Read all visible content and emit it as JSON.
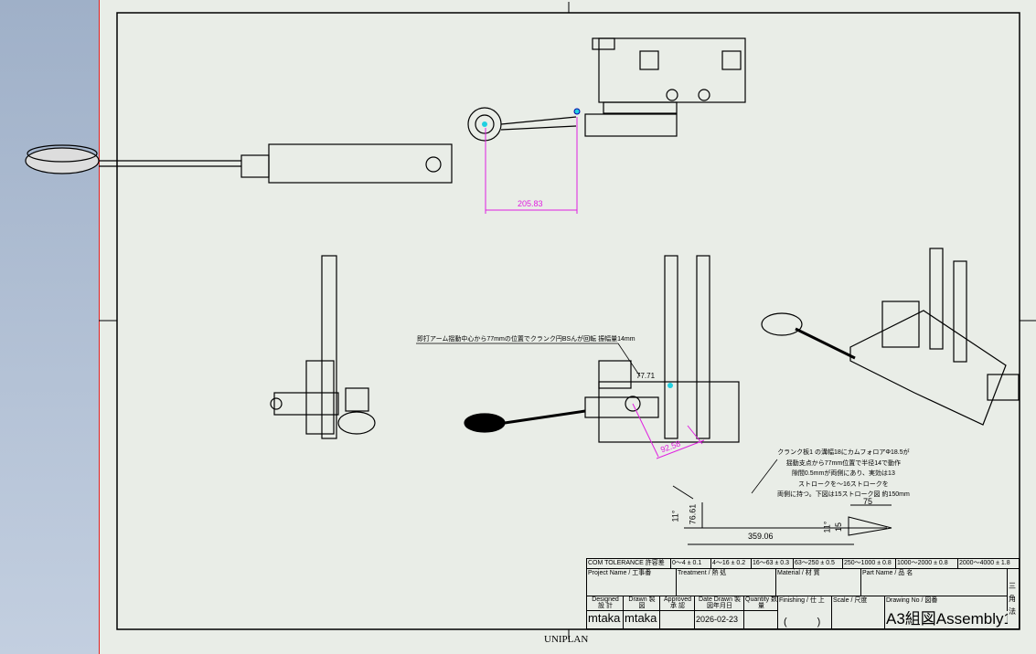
{
  "title_block": {
    "tolerance_header": "COM TOLERANCE 許容差",
    "tolerances": [
      "0～4 ± 0.1",
      "4～16 ± 0.2",
      "16～63 ± 0.3",
      "63～250 ± 0.5",
      "250～1000 ± 0.8",
      "1000～2000 ± 0.8",
      "2000～4000 ± 1.8"
    ],
    "project_name_label": "Project Name / 工事番",
    "treatment_label": "Treatment / 熱 処",
    "material_label": "Material / 材 質",
    "part_name_label": "Part Name / 品 名",
    "designed_label": "Designed 設 計",
    "drawn_label": "Drawn 製 図",
    "approved_label": "Approved 承 認",
    "date_drawn_label": "Date Drawn 製図年月日",
    "quantity_label": "Quantity 数 量",
    "finishing_label": "Finishing / 仕 上",
    "scale_label": "Scale / 尺度",
    "drawing_no_label": "Drawing No / 図番",
    "projection": "三角法",
    "designed": "mtaka",
    "drawn": "mtaka",
    "date_drawn": "2026-02-23",
    "finishing": "(　　　)",
    "drawing_no": "A3組図Assembly1"
  },
  "annotations": {
    "note1": "即打アーム揺動中心から77mmの位置でクランク円BSんが回転 振幅量14mm",
    "note2": [
      "クランク板1 の溝幅18にカムフォロアΦ18.5が",
      "揺動支点から77mm位置で半径14で動作",
      "隙間0.5mmが両側にあり、実効は13",
      "ストロークを～16ストロークを",
      "両側に持つ。下図は15ストローク図 約150mm"
    ]
  },
  "dimensions": {
    "top": "205.83",
    "front_small": "77.71",
    "front_angle": "92.58",
    "len": "359.06",
    "h": "76.61",
    "ang1": "11°",
    "ang2": "11°",
    "w": "75",
    "s": "15"
  },
  "footer": "UNIPLAN",
  "colors": {
    "dimension": "#e020e0",
    "highlight": "#20d0e0",
    "border": "#e02020"
  }
}
